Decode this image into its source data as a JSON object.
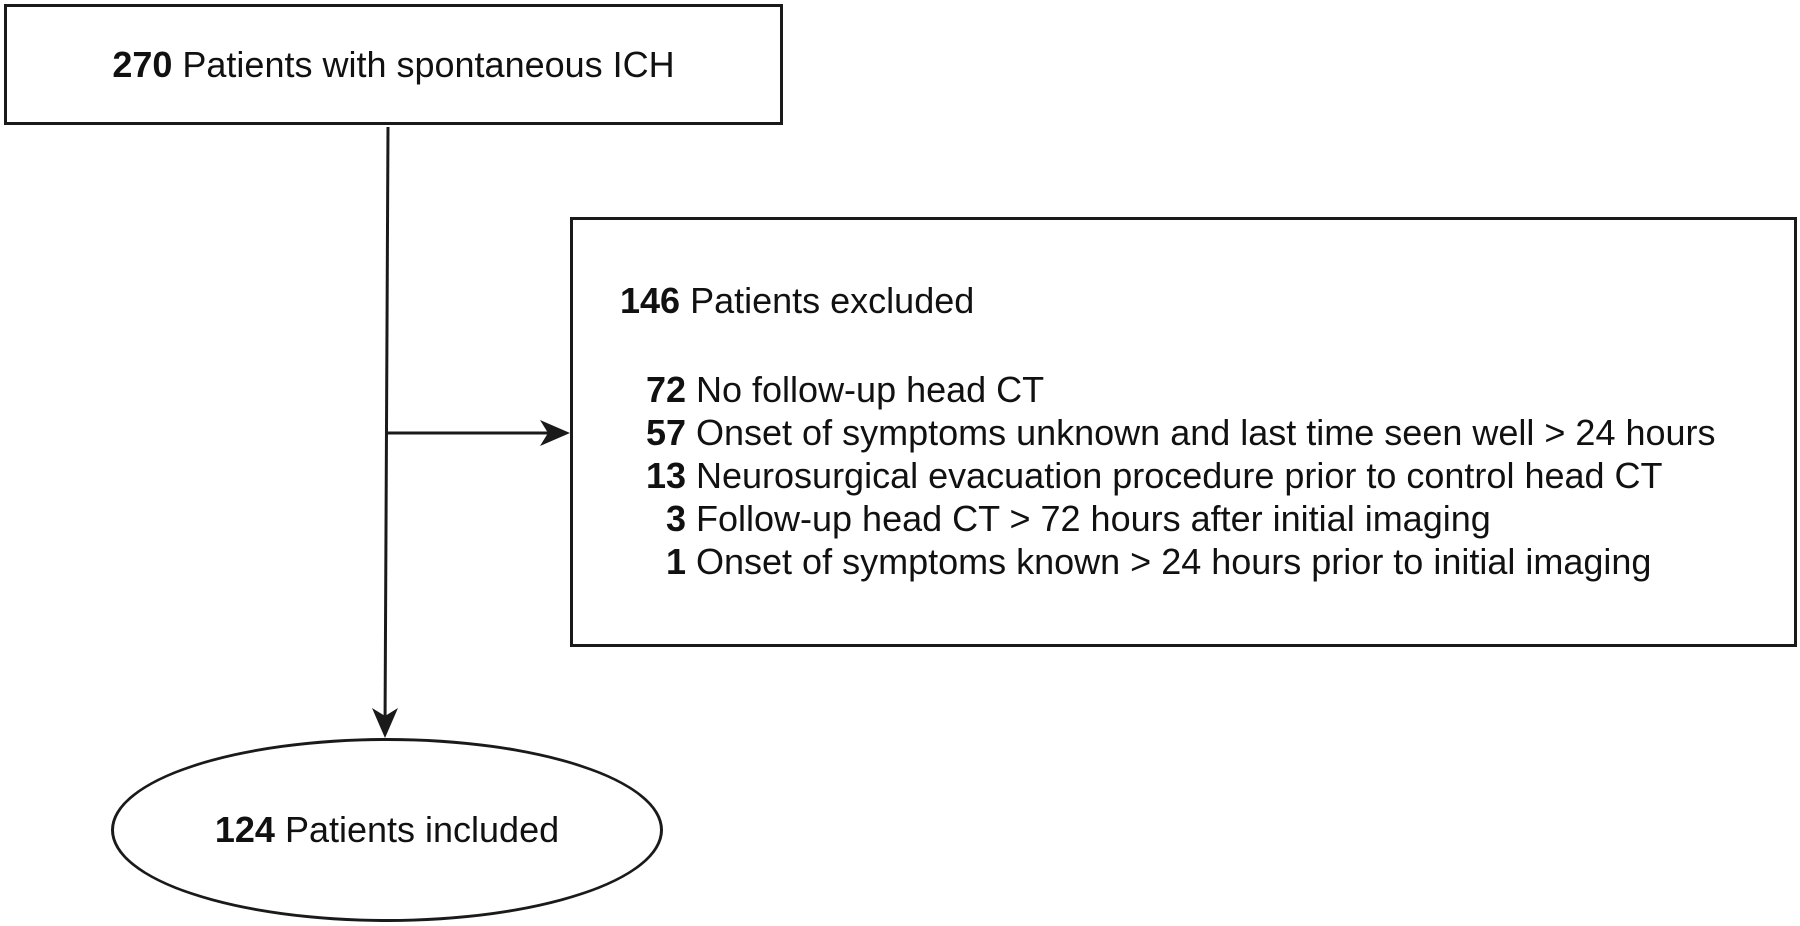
{
  "total": {
    "count": "270",
    "label": "Patients with spontaneous ICH"
  },
  "excluded": {
    "count": "146",
    "label": "Patients excluded",
    "reasons": [
      {
        "count": "72",
        "label": "No follow-up head CT"
      },
      {
        "count": "57",
        "label": "Onset of symptoms unknown and last time seen well > 24 hours"
      },
      {
        "count": "13",
        "label": "Neurosurgical evacuation procedure prior to control head CT"
      },
      {
        "count": "3",
        "label": "Follow-up head CT > 72 hours after initial imaging"
      },
      {
        "count": "1",
        "label": "Onset of symptoms known > 24 hours prior to initial imaging"
      }
    ]
  },
  "included": {
    "count": "124",
    "label": "Patients included"
  }
}
